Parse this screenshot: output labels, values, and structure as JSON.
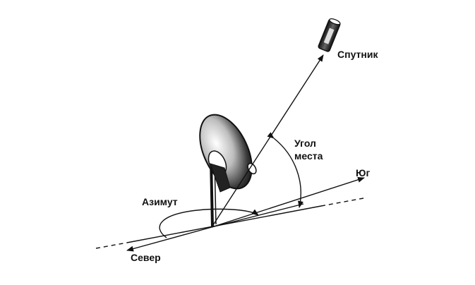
{
  "labels": {
    "satellite": "Спутник",
    "elevation_line1": "Угол",
    "elevation_line2": "места",
    "south": "Юг",
    "azimuth": "Азимут",
    "north": "Север"
  },
  "colors": {
    "ink": "#111111",
    "background": "#ffffff"
  }
}
